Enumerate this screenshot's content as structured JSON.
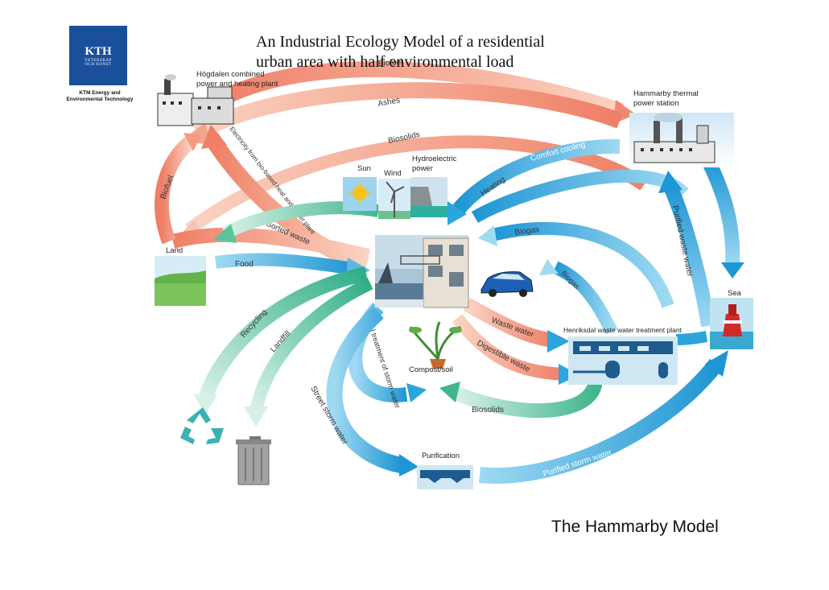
{
  "slide": {
    "title_line1": "An Industrial Ecology Model of a residential",
    "title_line2": "urban area with half environmental load",
    "footer": "The Hammarby Model"
  },
  "logo": {
    "name": "KTH",
    "sub1": "VETENSKAP",
    "sub2": "OCH KONST",
    "caption_line1": "KTM Energy and",
    "caption_line2": "Environmental Technology"
  },
  "nodes": {
    "hogdalen_line1": "Högdalen combined",
    "hogdalen_line2": "power and heating plant",
    "hammarby_line1": "Hammarby thermal",
    "hammarby_line2": "power station",
    "land": "Land",
    "sun": "Sun",
    "wind": "Wind",
    "hydro_line1": "Hydroelectric",
    "hydro_line2": "power",
    "sea": "Sea",
    "henriksdal": "Henriksdal waste water treatment plant",
    "compost": "Compost/soil",
    "purification": "Purification"
  },
  "flows": {
    "biofuel_top": "Biofuel",
    "ashes": "Ashes",
    "biosolids_top": "Biosolids",
    "comfort_cooling": "Comfort cooling",
    "heating": "Heating",
    "electricity": "Electricity from bio-based heat and power plant",
    "sorted_waste": "Sorted waste",
    "biofuel_left": "Biofuel",
    "food": "Food",
    "biogas": "Biogas",
    "biogas_car": "Biogas",
    "purified_waste_water": "Purified waste water",
    "recycling": "Recycling",
    "landfill": "Landfill",
    "local_treatment": "Local treatment of storm water",
    "waste_water": "Waste water",
    "digestible_waste": "Digestible waste",
    "biosolids_bottom": "Biosolids",
    "street_storm_water": "Street storm water",
    "purified_storm_water": "Purified storm water"
  },
  "colors": {
    "warm_flow": "#f08a70",
    "cool_flow": "#2aa6dc",
    "green_flow": "#5cc39a",
    "kth_blue": "#1a4f9c"
  },
  "icons": [
    "factory-icon",
    "power-station-icon",
    "sun-icon",
    "wind-turbine-icon",
    "dam-icon",
    "building-photo",
    "car-icon",
    "plant-pot-icon",
    "buoy-icon",
    "recycle-icon",
    "trash-can-icon",
    "treatment-plant-icon",
    "purification-tank-icon",
    "land-icon"
  ]
}
